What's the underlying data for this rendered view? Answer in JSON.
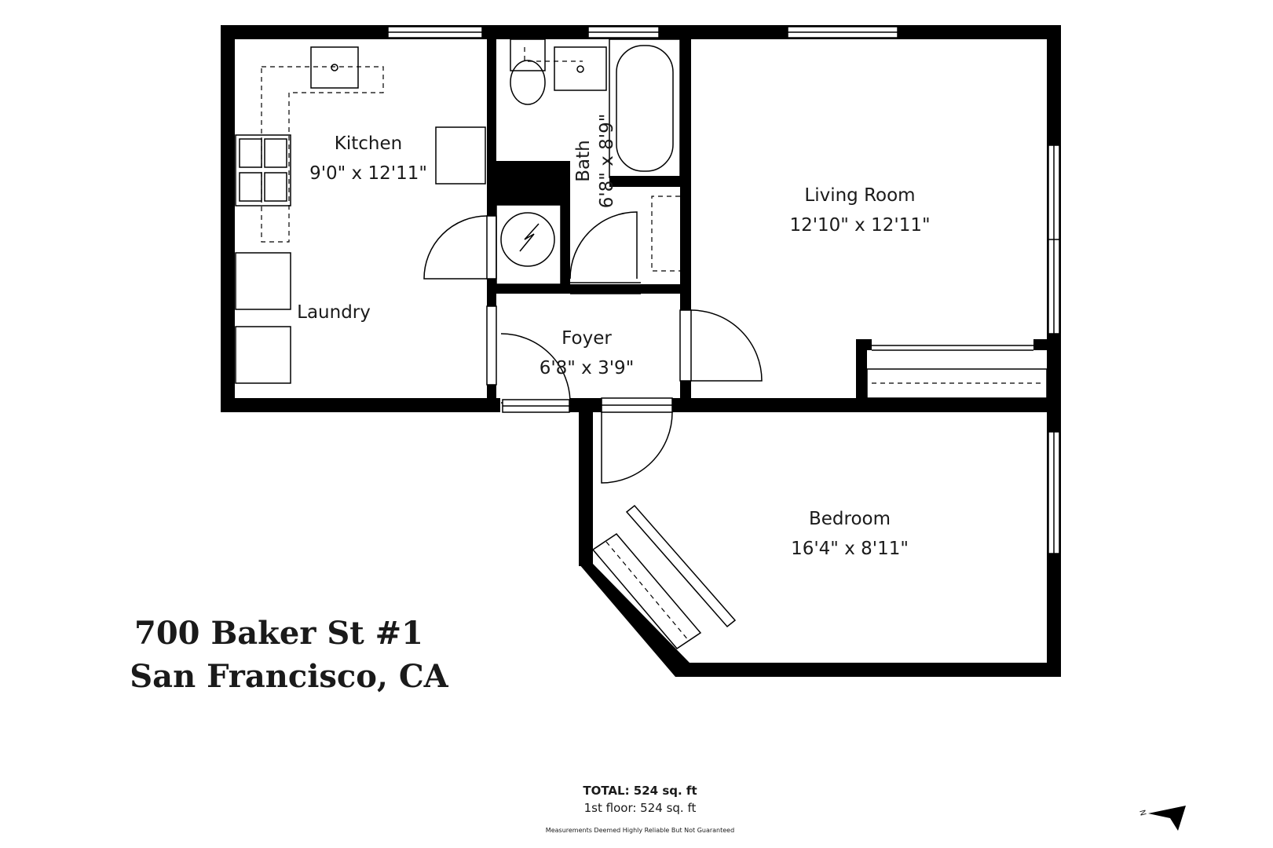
{
  "rooms": {
    "kitchen": {
      "name": "Kitchen",
      "dims": "9'0\" x 12'11\""
    },
    "laundry": {
      "name": "Laundry"
    },
    "bath": {
      "name": "Bath",
      "dims": "6'8\" x 8'9\""
    },
    "living": {
      "name": "Living Room",
      "dims": "12'10\" x 12'11\""
    },
    "foyer": {
      "name": "Foyer",
      "dims": "6'8\" x 3'9\""
    },
    "bedroom": {
      "name": "Bedroom",
      "dims": "16'4\" x 8'11\""
    }
  },
  "address": {
    "line1": "700 Baker St #1",
    "line2": "San Francisco, CA"
  },
  "footer": {
    "total": "TOTAL: 524 sq. ft",
    "floor": "1st floor: 524 sq. ft",
    "disclaimer": "Measurements Deemed Highly Reliable But Not Guaranteed"
  },
  "compass": {
    "label": "N",
    "icon": "north-arrow-icon"
  },
  "colors": {
    "wall": "#000000",
    "text": "#1a1a1a",
    "background": "#ffffff"
  }
}
